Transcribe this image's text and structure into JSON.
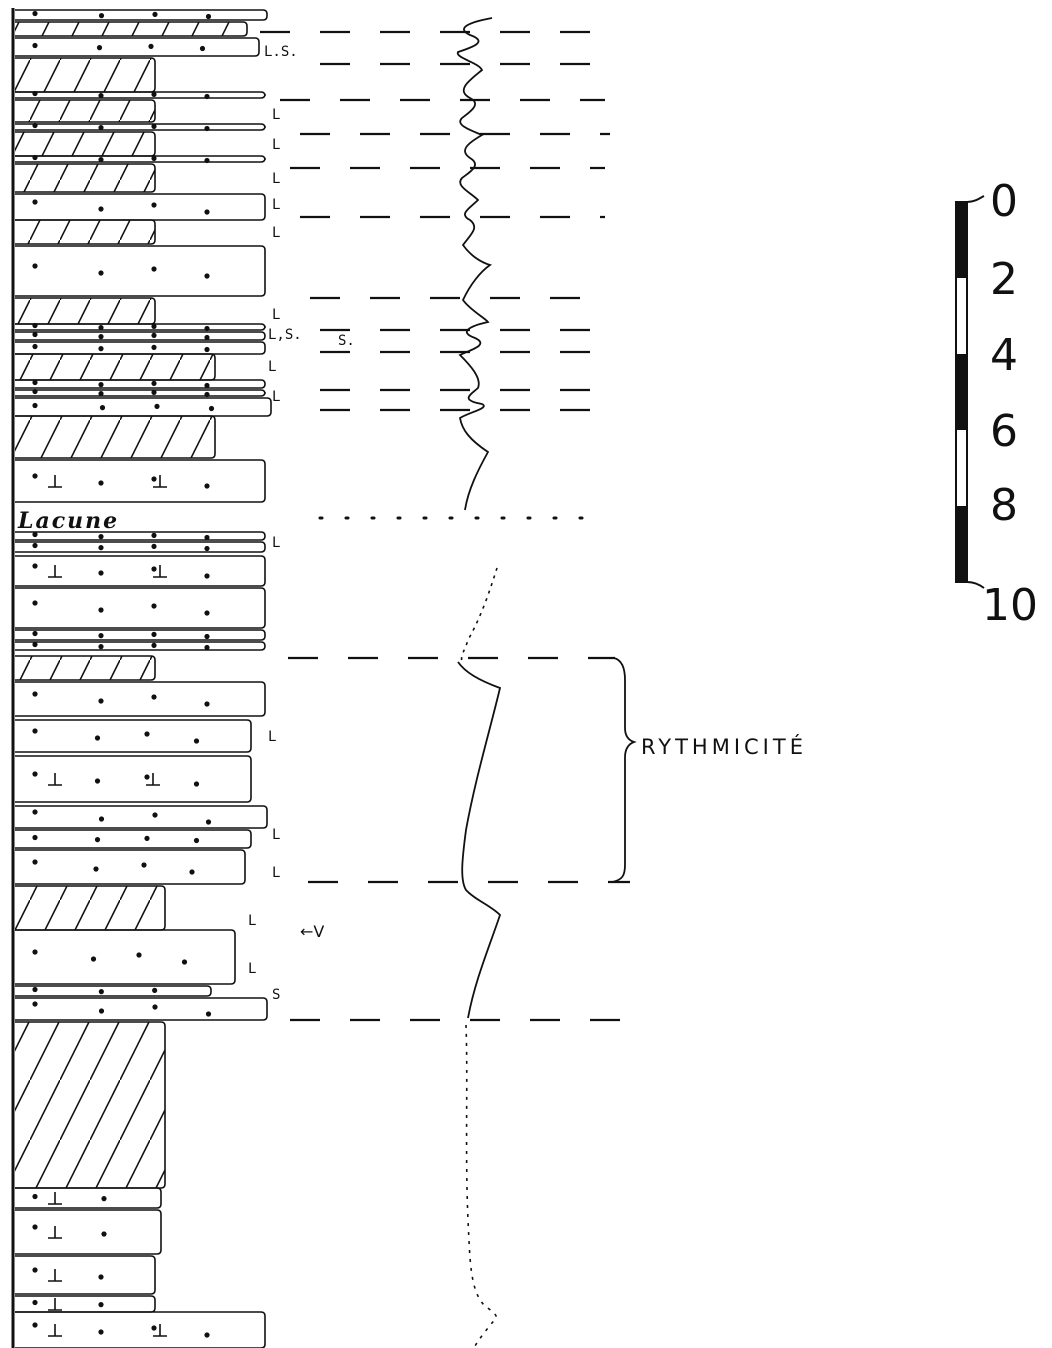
{
  "labels": {
    "lacune": "Lacune",
    "rythmicite": "RYTHMICITÉ",
    "arrow_v": "←V"
  },
  "bed_marks": [
    {
      "text": "L.S."
    },
    {
      "text": "L"
    },
    {
      "text": "L"
    },
    {
      "text": "L"
    },
    {
      "text": "L"
    },
    {
      "text": "L"
    },
    {
      "text": "L"
    },
    {
      "text": "L,S."
    },
    {
      "text": "S."
    },
    {
      "text": "L"
    },
    {
      "text": "L"
    },
    {
      "text": "L"
    },
    {
      "text": "L"
    },
    {
      "text": "L"
    },
    {
      "text": "L"
    },
    {
      "text": "L"
    },
    {
      "text": "L"
    },
    {
      "text": "S"
    }
  ],
  "scale": {
    "ticks": [
      "0",
      "2",
      "4",
      "6",
      "8",
      "10"
    ]
  },
  "colors": {
    "ink": "#111111",
    "paper": "#ffffff"
  }
}
